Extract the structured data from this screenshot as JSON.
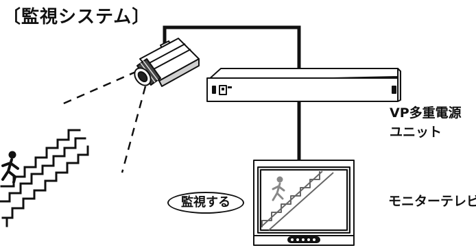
{
  "title": "〔監視システム〕",
  "power_unit": {
    "line1": "VP多重電源",
    "line2": "ユニット"
  },
  "tv": {
    "label": "モニターテレビ"
  },
  "monitoring_bubble": "監視する",
  "colors": {
    "line": "#111111",
    "screen": "#ffffff",
    "background": "#ffffff"
  },
  "icons": [
    "camera-icon",
    "power-unit-icon",
    "tv-monitor-icon",
    "running-person-icon",
    "staircase-icon"
  ]
}
